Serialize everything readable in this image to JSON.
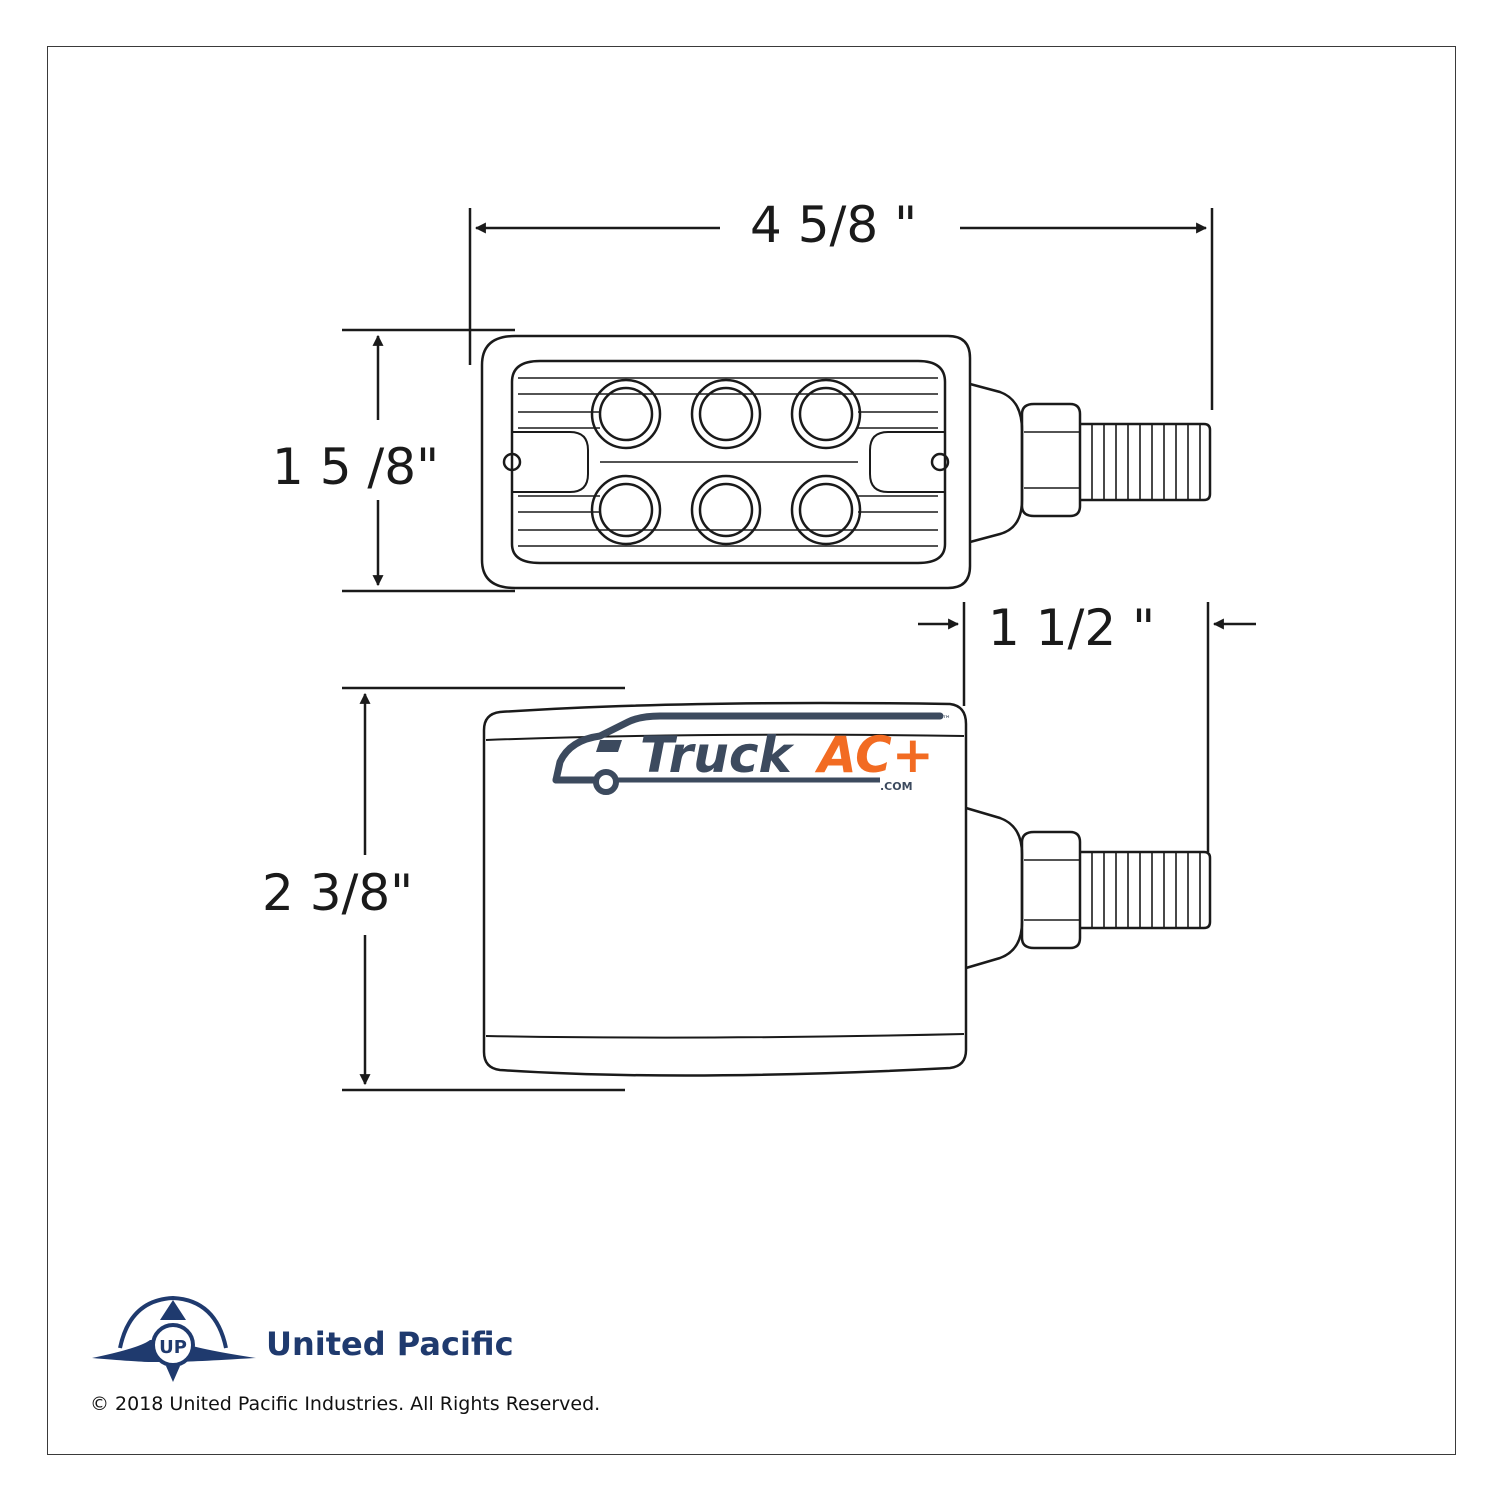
{
  "dimensions": {
    "overall_length": "4 5/8 \"",
    "face_height": "1 5 /8\"",
    "body_height": "2 3/8\"",
    "stud_length": "1 1/2 \""
  },
  "watermark": {
    "word1": "Truck",
    "word2": "AC+",
    "sub": ".COM",
    "tm": "™",
    "colors": {
      "dark": "#3c4a5e",
      "accent": "#f26b22"
    }
  },
  "brand": {
    "name": "United Pacific",
    "logo_letters": "UP",
    "color": "#1f3a6e"
  },
  "copyright": "© 2018 United Pacific Industries. All Rights Reserved.",
  "colors": {
    "line": "#1a1a1a",
    "border": "#3a3a3a"
  }
}
